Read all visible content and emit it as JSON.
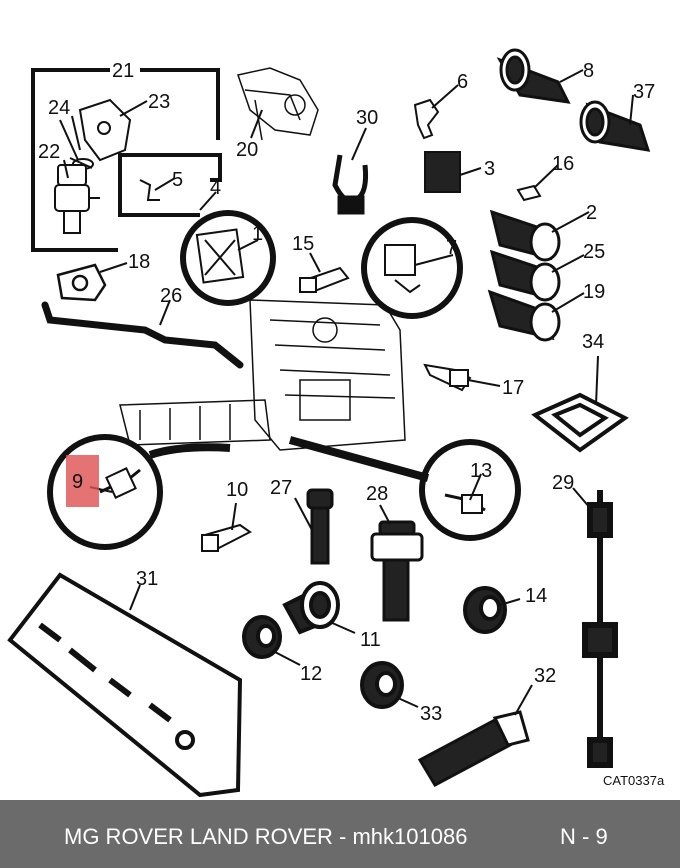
{
  "diagram": {
    "callouts": [
      "21",
      "24",
      "23",
      "22",
      "5",
      "4",
      "20",
      "6",
      "8",
      "37",
      "30",
      "3",
      "16",
      "1",
      "15",
      "7",
      "2",
      "25",
      "19",
      "18",
      "26",
      "34",
      "17",
      "9",
      "13",
      "10",
      "27",
      "28",
      "29",
      "31",
      "14",
      "11",
      "12",
      "33",
      "32"
    ],
    "highlighted": "9",
    "drawing_code": "CAT0337a",
    "highlight_color": "#e05050"
  },
  "footer": {
    "brand": "MG ROVER LAND ROVER - mhk101086",
    "page": "N - 9",
    "background": "#6b6b6b"
  }
}
